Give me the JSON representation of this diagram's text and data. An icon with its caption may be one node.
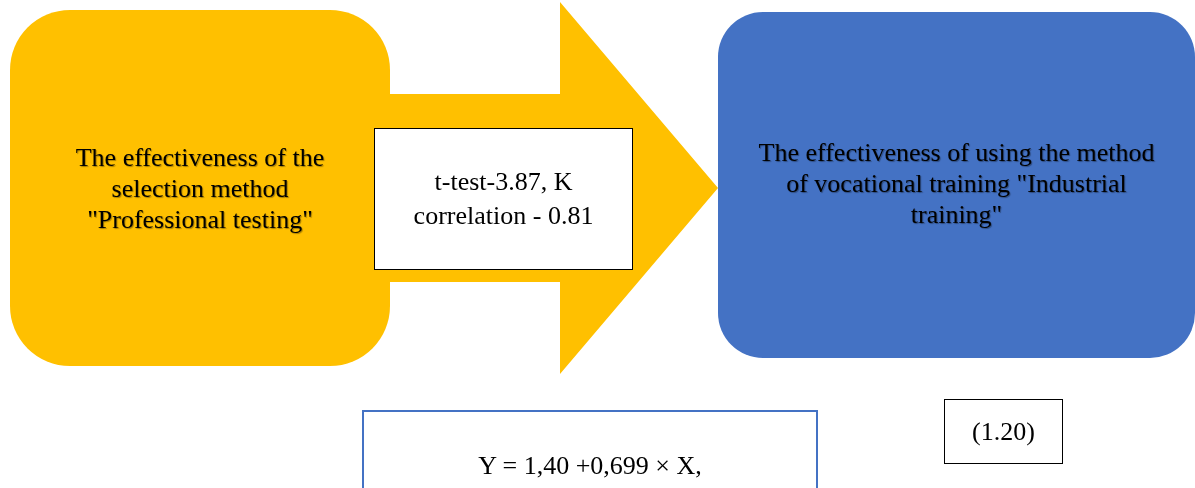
{
  "diagram": {
    "nodes": [
      {
        "text": [
          "The effectiveness of the selection method \"Professional testing\""
        ]
      },
      {
        "text": [
          "The effectiveness of using the method of vocational training \"Industrial training\""
        ]
      },
      {
        "text": [
          "Y = 1,40 +0,699 × X,"
        ]
      },
      {
        "text": [
          "(1.20)"
        ]
      }
    ],
    "edges": [
      {
        "from": 0,
        "to": 1,
        "arrow": "to",
        "label": "t-test-3.87, K correlation - 0.81",
        "style": "thick"
      }
    ]
  }
}
